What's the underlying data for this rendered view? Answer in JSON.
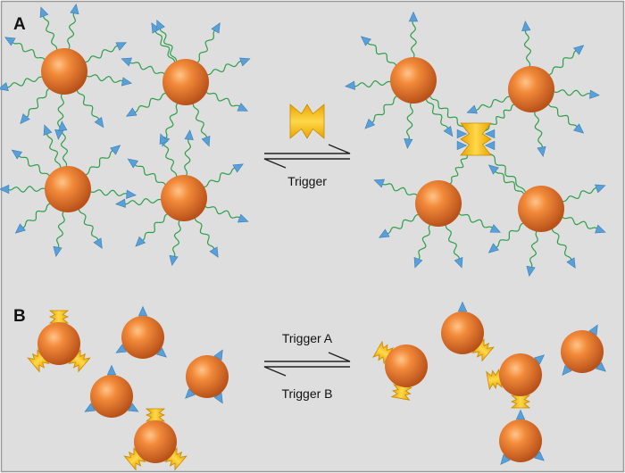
{
  "panels": {
    "a": {
      "label": "A",
      "trigger": "Trigger"
    },
    "b": {
      "label": "B",
      "trigger_forward": "Trigger A",
      "trigger_reverse": "Trigger B"
    }
  },
  "colors": {
    "background": "#dedede",
    "frame": "#9a9a9a",
    "particle": "#e9782a",
    "ligand": "#5aa0d8",
    "linker": "#2e9e4a",
    "crosslinker": "#f2b515"
  }
}
